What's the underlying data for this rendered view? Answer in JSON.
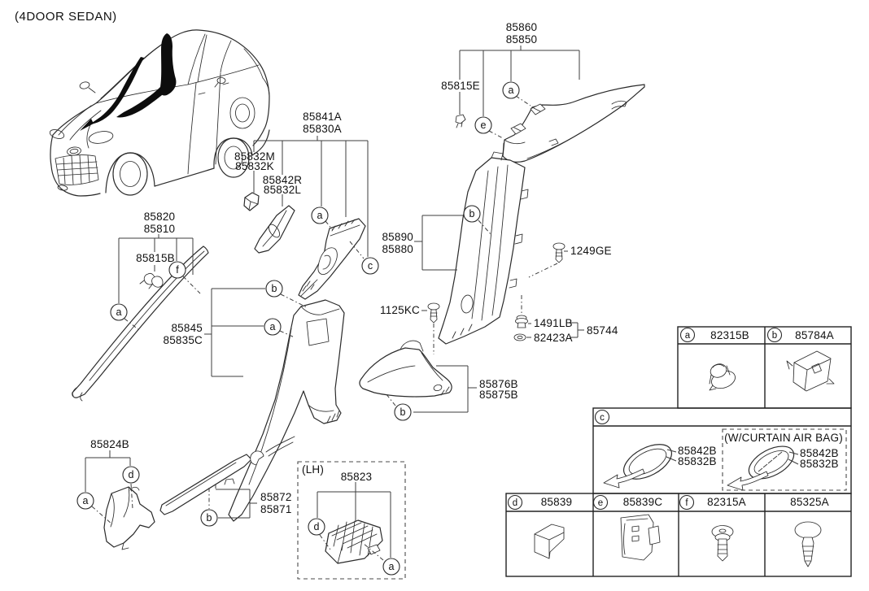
{
  "title": "(4DOOR SEDAN)",
  "letters": {
    "a": "a",
    "b": "b",
    "c": "c",
    "d": "d",
    "e": "e",
    "f": "f"
  },
  "labels": {
    "asm_upper_ctr": [
      "85841A",
      "85830A"
    ],
    "cover_cap": [
      "85832M",
      "85832K"
    ],
    "upper_inner": [
      "85842R",
      "85832L"
    ],
    "rear_pillar": [
      "85860",
      "85850"
    ],
    "clip_e": "85815E",
    "front_pillar": [
      "85820",
      "85810"
    ],
    "clip_b": "85815B",
    "center_lh": [
      "85845",
      "85835C"
    ],
    "center_rh": [
      "85890",
      "85880"
    ],
    "screw_1249": "1249GE",
    "screw_1125": "1125KC",
    "grommet_1491": "1491LB",
    "washer_82423": "82423A",
    "bracket_85744": "85744",
    "rear_scuff": [
      "85876B",
      "85875B"
    ],
    "cowl_trim": "85824B",
    "side_sill": [
      "85872",
      "85871"
    ],
    "lh_note": "(LH)",
    "footrest": "85823"
  },
  "table": {
    "cells": [
      {
        "letter": "a",
        "part": "82315B"
      },
      {
        "letter": "b",
        "part": "85784A"
      },
      {
        "letter": "c",
        "part": ""
      },
      {
        "letter": "d",
        "part": "85839"
      },
      {
        "letter": "e",
        "part": "85839C"
      },
      {
        "letter": "f",
        "part": "82315A"
      },
      {
        "letter": "",
        "part": "85325A"
      }
    ],
    "c_row": {
      "label": [
        "85842B",
        "85832B"
      ],
      "curtain_title": "(W/CURTAIN AIR BAG)",
      "curtain_label": [
        "85842B",
        "85832B"
      ]
    }
  },
  "colors": {
    "line": "#2b2b2b",
    "text": "#111111",
    "background": "#ffffff"
  }
}
